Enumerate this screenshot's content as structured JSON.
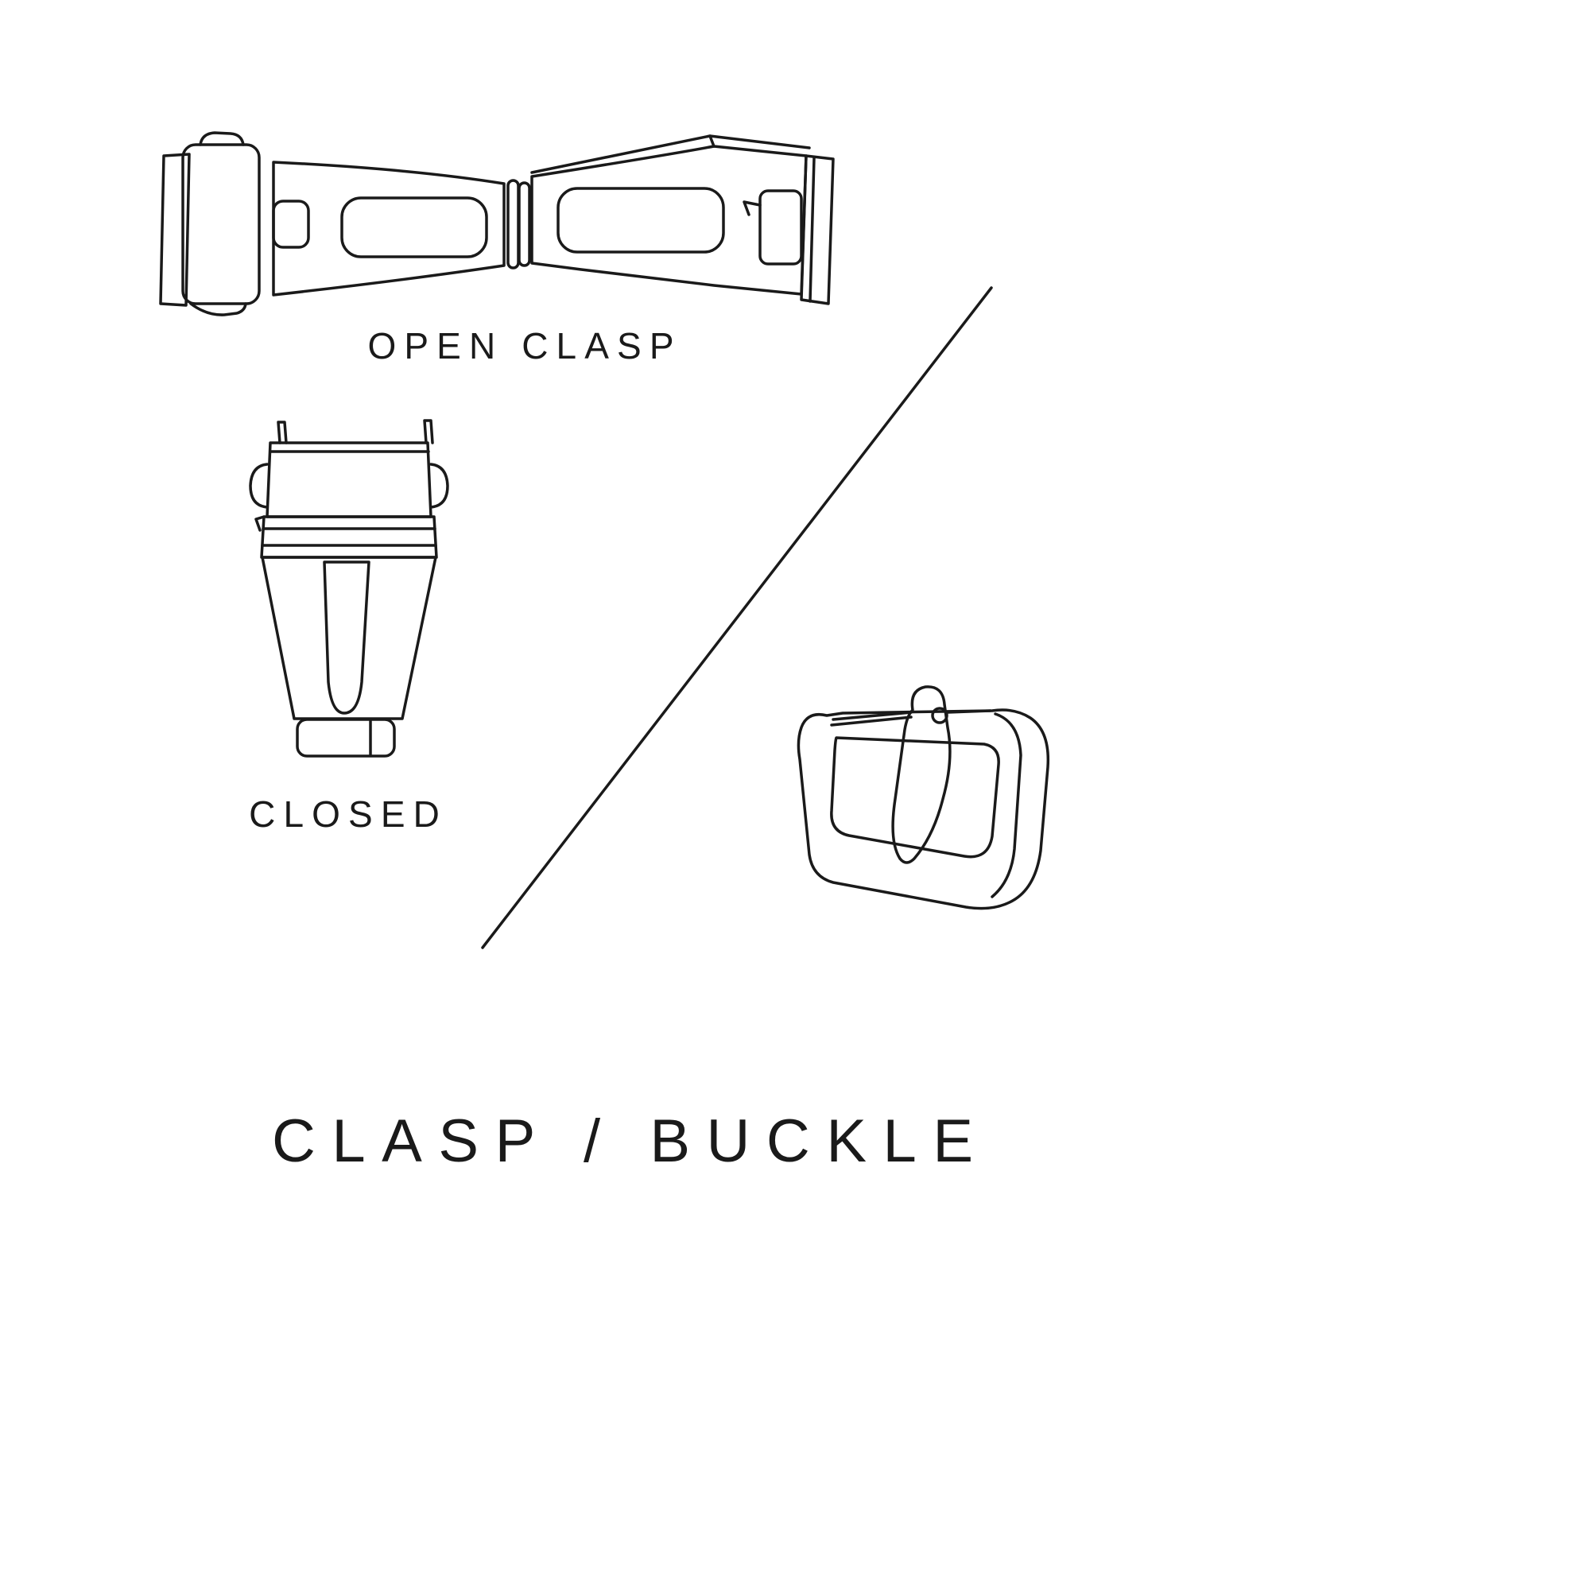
{
  "page": {
    "background": "#ffffff",
    "line_color": "#1a1a1a"
  },
  "title": "CLASP / BUCKLE",
  "labels": {
    "open_clasp": "OPEN CLASP",
    "closed": "CLOSED"
  },
  "icons": {
    "open_clasp_illustration": "open deployant watch clasp, top view line art",
    "closed_clasp_illustration": "closed watch clasp, front view line art",
    "buckle_illustration": "tang buckle line art",
    "divider": "diagonal separator line"
  }
}
